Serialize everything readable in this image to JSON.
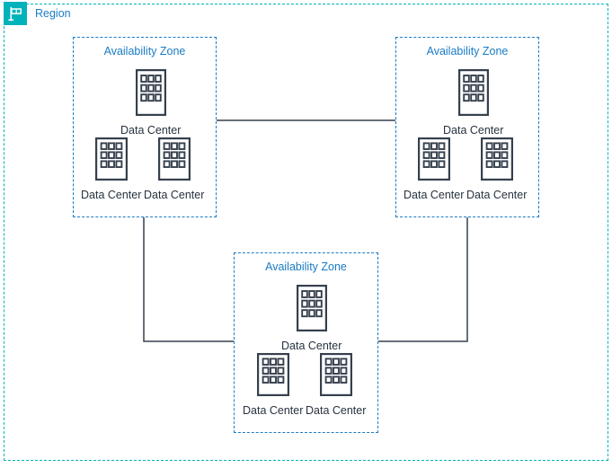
{
  "diagram": {
    "title_text": "Region",
    "region": {
      "label": "Region",
      "icon": "flag-icon",
      "border_color": "#00b3ba",
      "label_color": "#1a7bc4",
      "icon_bg_color": "#00b3ba"
    },
    "zone_label": "Availability Zone",
    "zone_border_color": "#1a7bc4",
    "node_label": "Data Center",
    "node_icon": "data-center-building-icon",
    "node_label_color": "#27323f",
    "connector_color": "#36404d",
    "zones": [
      {
        "id": "az-left",
        "label": "Availability Zone",
        "nodes": [
          {
            "label": "Data Center",
            "icon": "data-center-building-icon",
            "position": "top"
          },
          {
            "label": "Data Center",
            "icon": "data-center-building-icon",
            "position": "bottom-left"
          },
          {
            "label": "Data Center",
            "icon": "data-center-building-icon",
            "position": "bottom-right"
          }
        ]
      },
      {
        "id": "az-right",
        "label": "Availability Zone",
        "nodes": [
          {
            "label": "Data Center",
            "icon": "data-center-building-icon",
            "position": "top"
          },
          {
            "label": "Data Center",
            "icon": "data-center-building-icon",
            "position": "bottom-left"
          },
          {
            "label": "Data Center",
            "icon": "data-center-building-icon",
            "position": "bottom-right"
          }
        ]
      },
      {
        "id": "az-bottom",
        "label": "Availability Zone",
        "nodes": [
          {
            "label": "Data Center",
            "icon": "data-center-building-icon",
            "position": "top"
          },
          {
            "label": "Data Center",
            "icon": "data-center-building-icon",
            "position": "bottom-left"
          },
          {
            "label": "Data Center",
            "icon": "data-center-building-icon",
            "position": "bottom-right"
          }
        ]
      }
    ],
    "connections": [
      {
        "from": "az-left",
        "to": "az-right"
      },
      {
        "from": "az-left",
        "to": "az-bottom"
      },
      {
        "from": "az-right",
        "to": "az-bottom"
      }
    ]
  }
}
